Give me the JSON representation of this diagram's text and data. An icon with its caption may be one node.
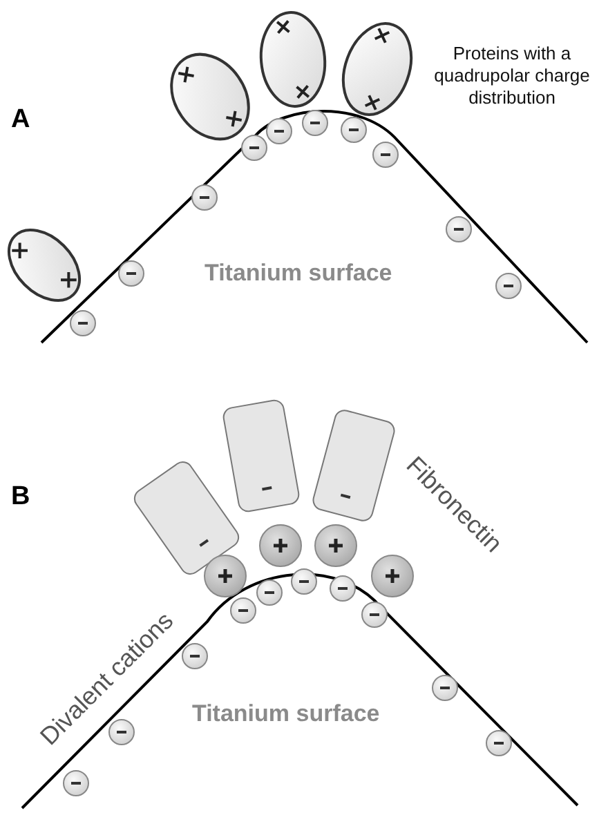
{
  "diagram": {
    "labels": [
      "A",
      "Proteins with a quadrupolar charge distribution",
      "Titanium surface",
      "B",
      "Fibronectin",
      "Divalent cations",
      "Titanium surface"
    ]
  }
}
